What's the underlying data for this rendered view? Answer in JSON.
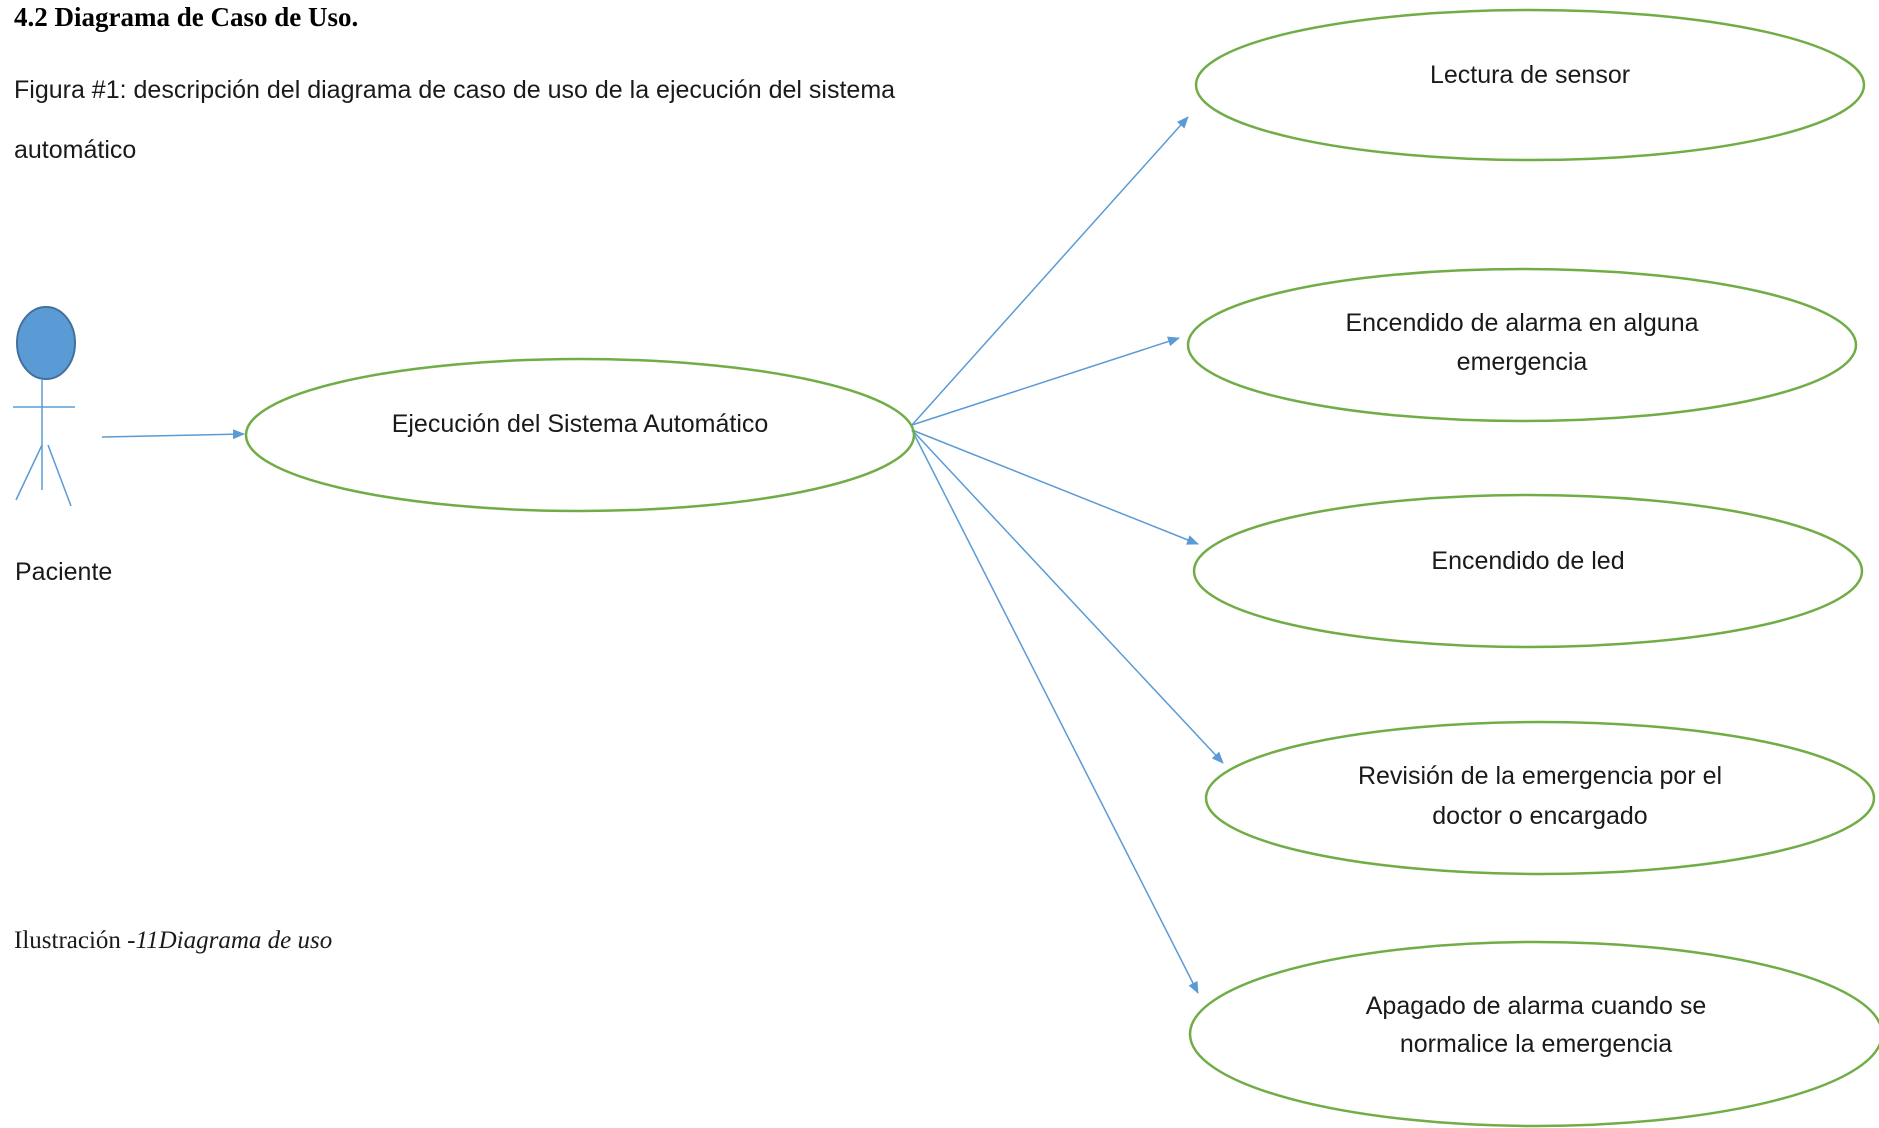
{
  "heading": "4.2 Diagrama de Caso de Uso.",
  "caption_line1": "Figura #1: descripción del diagrama de caso de uso de la ejecución del sistema",
  "caption_line2": "automático",
  "illustration_prefix": "Ilustración -",
  "illustration_italic": "11Diagrama de uso",
  "actor": {
    "label": "Paciente",
    "icon": "stick-figure-actor"
  },
  "colors": {
    "ellipse_stroke": "#70ad47",
    "connector": "#5b9bd5",
    "actor_head": "#5b9bd5"
  },
  "main_use_case": {
    "lines": [
      "Ejecución del Sistema Automático"
    ]
  },
  "use_cases": [
    {
      "lines": [
        "Lectura de sensor"
      ]
    },
    {
      "lines": [
        "Encendido de alarma en alguna",
        "emergencia"
      ]
    },
    {
      "lines": [
        "Encendido de led"
      ]
    },
    {
      "lines": [
        "Revisión de la emergencia por el",
        "doctor o encargado"
      ]
    },
    {
      "lines": [
        "Apagado de alarma cuando se",
        "normalice la emergencia"
      ]
    }
  ]
}
